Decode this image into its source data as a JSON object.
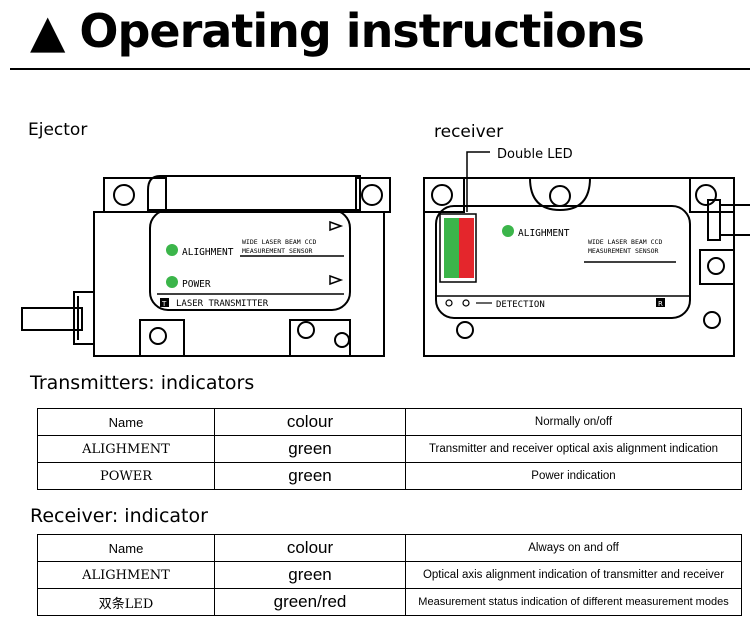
{
  "header": {
    "title": "▲ Operating instructions"
  },
  "diagram": {
    "ejector_label": "Ejector",
    "receiver_label": "receiver",
    "double_led_callout": "Double LED",
    "ejector": {
      "led_alighment": "ALIGHMENT",
      "led_power": "POWER",
      "product_line1": "WIDE LASER BEAM CCD",
      "product_line2": "MEASUREMENT SENSOR",
      "badge": "T",
      "footer": "LASER TRANSMITTER"
    },
    "receiver": {
      "led_alighment": "ALIGHMENT",
      "product_line1": "WIDE LASER BEAM CCD",
      "product_line2": "MEASUREMENT SENSOR",
      "footer": "DETECTION",
      "badge": "R"
    },
    "colors": {
      "green": "#3bb54a",
      "red": "#e4262c"
    }
  },
  "transmitters": {
    "title": "Transmitters: indicators",
    "headers": [
      "Name",
      "colour",
      "Normally on/off"
    ],
    "rows": [
      [
        "ALIGHMENT",
        "green",
        "Transmitter and receiver optical axis alignment indication"
      ],
      [
        "POWER",
        "green",
        "Power indication"
      ]
    ]
  },
  "receiver_table": {
    "title": "Receiver: indicator",
    "headers": [
      "Name",
      "colour",
      "Always on and off"
    ],
    "rows": [
      [
        "ALIGHMENT",
        "green",
        "Optical axis alignment indication of transmitter and receiver"
      ],
      [
        "双条LED",
        "green/red",
        "Measurement status indication of different measurement modes"
      ]
    ]
  }
}
